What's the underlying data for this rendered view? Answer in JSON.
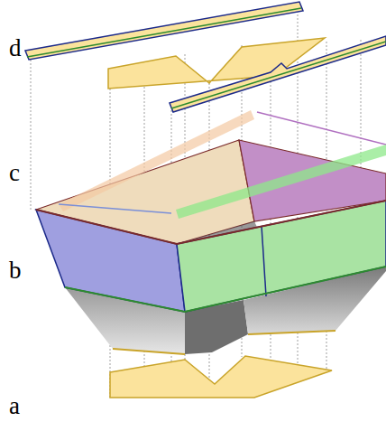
{
  "diagram": {
    "labels": [
      "d",
      "c",
      "b",
      "a"
    ]
  }
}
